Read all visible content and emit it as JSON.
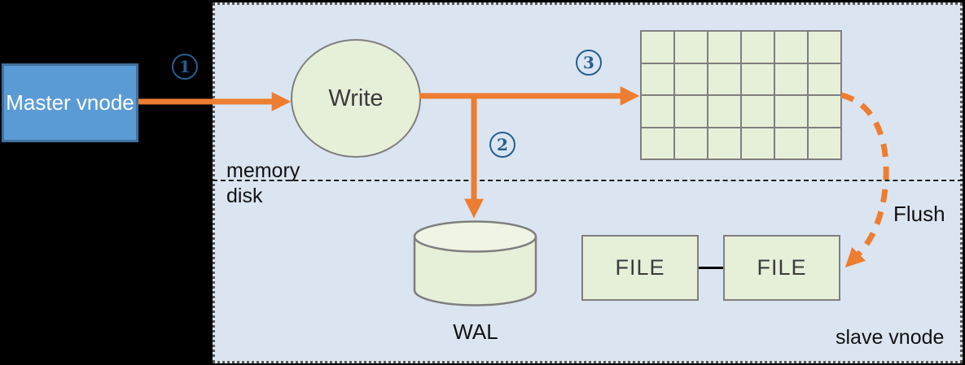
{
  "colors": {
    "canvas_bg": "#000000",
    "panel_bg": "#dbe5f1",
    "panel_border": "#595959",
    "accent_orange": "#ed7d31",
    "node_fill": "#e6efd8",
    "node_border": "#7f7f7f",
    "master_fill": "#5b9bd5",
    "master_border": "#41719c",
    "step_blue": "#255e91",
    "text_dark": "#3b3b3b"
  },
  "nodes": {
    "master": {
      "label": "Master vnode"
    },
    "write": {
      "label": "Write"
    },
    "wal": {
      "label": "WAL"
    },
    "files": [
      {
        "label": "FILE"
      },
      {
        "label": "FILE"
      }
    ]
  },
  "labels": {
    "memory": "memory",
    "disk": "disk",
    "flush": "Flush",
    "slave_vnode": "slave vnode"
  },
  "steps": [
    {
      "number": "1"
    },
    {
      "number": "2"
    },
    {
      "number": "3"
    }
  ],
  "memtable": {
    "rows": 4,
    "cols": 6
  }
}
